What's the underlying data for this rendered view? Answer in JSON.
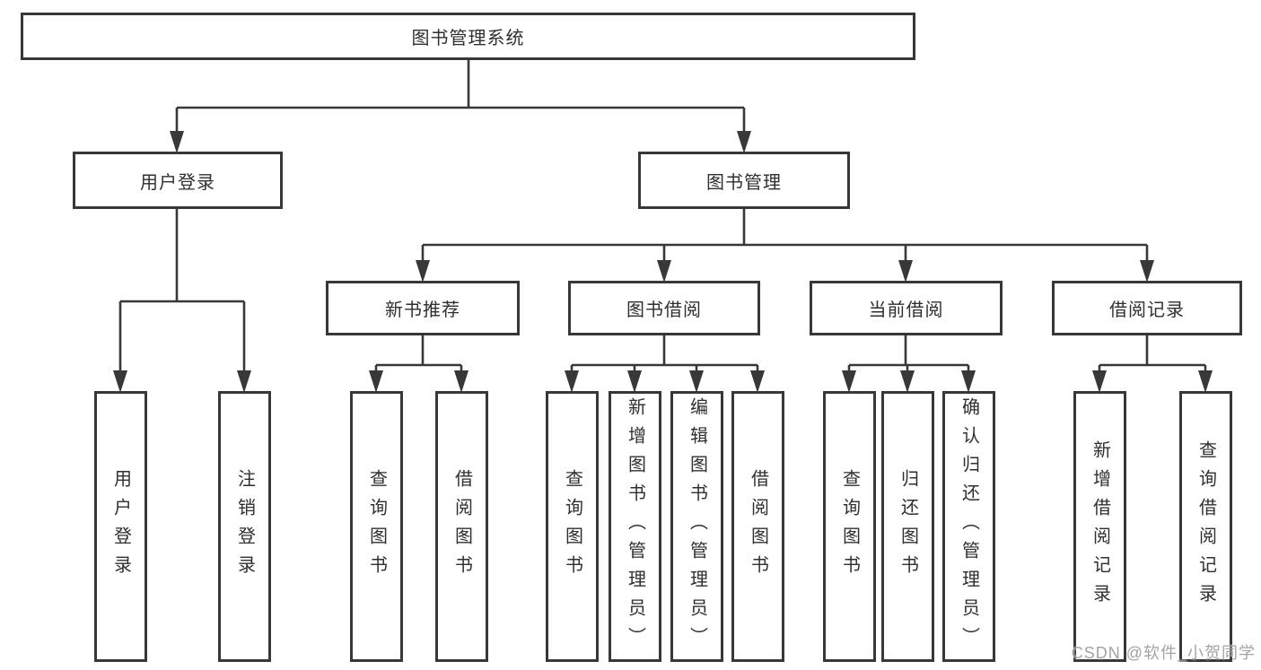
{
  "tree": {
    "label": "图书管理系统",
    "children": [
      {
        "label": "用户登录",
        "children": [
          {
            "label": "用户登录"
          },
          {
            "label": "注销登录"
          }
        ]
      },
      {
        "label": "图书管理",
        "children": [
          {
            "label": "新书推荐",
            "children": [
              {
                "label": "查询图书"
              },
              {
                "label": "借阅图书"
              }
            ]
          },
          {
            "label": "图书借阅",
            "children": [
              {
                "label": "查询图书"
              },
              {
                "label": "新增图书（管理员）"
              },
              {
                "label": "编辑图书（管理员）"
              },
              {
                "label": "借阅图书"
              }
            ]
          },
          {
            "label": "当前借阅",
            "children": [
              {
                "label": "查询图书"
              },
              {
                "label": "归还图书"
              },
              {
                "label": "确认归还（管理员）"
              }
            ]
          },
          {
            "label": "借阅记录",
            "children": [
              {
                "label": "新增借阅记录"
              },
              {
                "label": "查询借阅记录"
              }
            ]
          }
        ]
      }
    ]
  },
  "watermark": {
    "text": "CSDN @软件_小贺同学"
  },
  "colors": {
    "line": "#383838",
    "text": "#2f2f2f",
    "watermark": "#9c9c9c",
    "background": "#ffffff"
  }
}
